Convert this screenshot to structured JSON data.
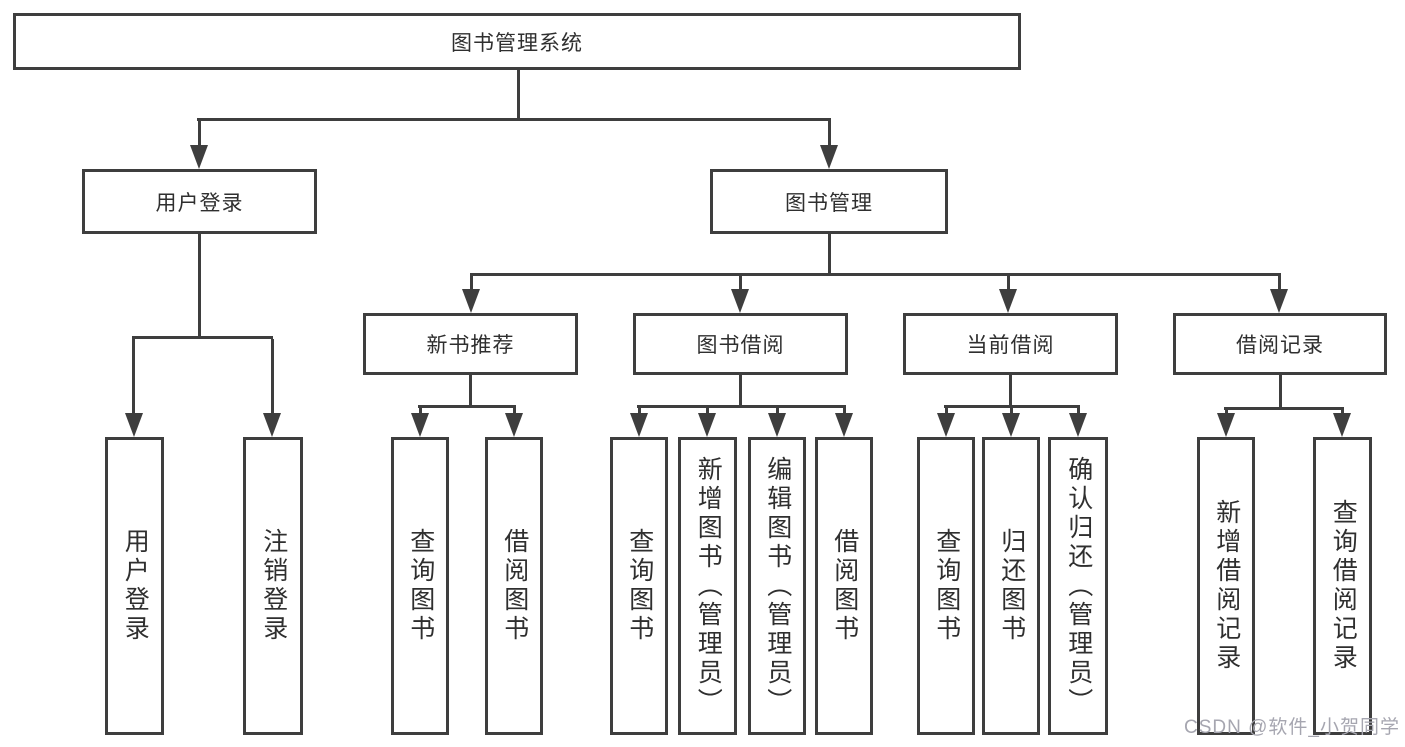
{
  "diagram": {
    "root": {
      "label": "图书管理系统"
    },
    "level2": [
      {
        "label": "用户登录"
      },
      {
        "label": "图书管理"
      }
    ],
    "level3": [
      {
        "label": "新书推荐"
      },
      {
        "label": "图书借阅"
      },
      {
        "label": "当前借阅"
      },
      {
        "label": "借阅记录"
      }
    ],
    "leaves": {
      "user_login": [
        {
          "label": "用户登录"
        },
        {
          "label": "注销登录"
        }
      ],
      "new_books": [
        {
          "label": "查询图书"
        },
        {
          "label": "借阅图书"
        }
      ],
      "book_borrow": [
        {
          "label": "查询图书"
        },
        {
          "label": "新增图书（管理员）"
        },
        {
          "label": "编辑图书（管理员）"
        },
        {
          "label": "借阅图书"
        }
      ],
      "current_borrow": [
        {
          "label": "查询图书"
        },
        {
          "label": "归还图书"
        },
        {
          "label": "确认归还（管理员）"
        }
      ],
      "borrow_records": [
        {
          "label": "新增借阅记录"
        },
        {
          "label": "查询借阅记录"
        }
      ]
    }
  },
  "watermark": {
    "text": "CSDN @软件_小贺同学"
  },
  "colors": {
    "line": "#3e3e3e",
    "text": "#2f2f2f",
    "background": "#ffffff",
    "watermark": "#a6a6b0"
  }
}
